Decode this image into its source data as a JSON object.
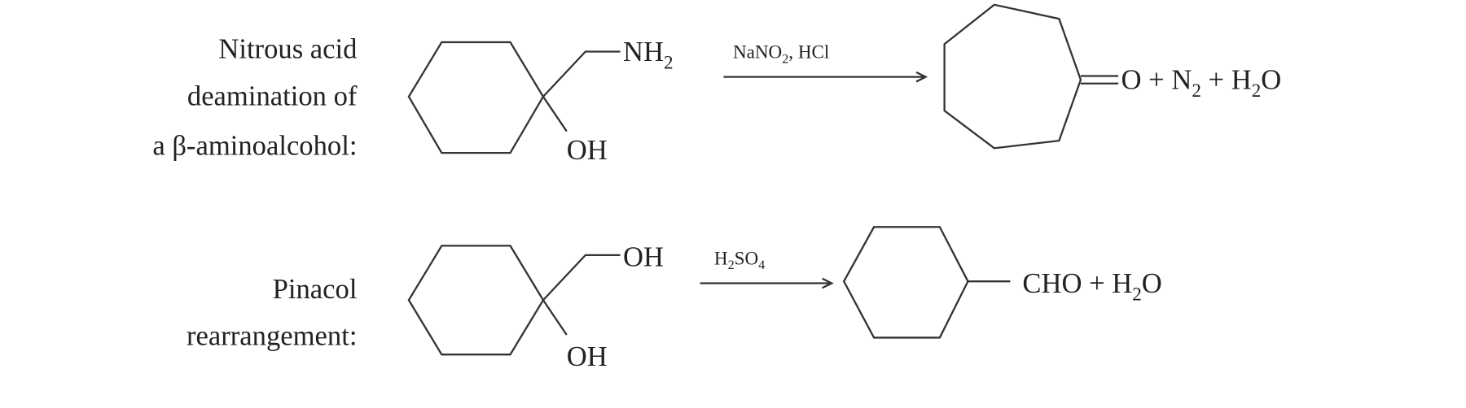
{
  "reactions": [
    {
      "label_lines": [
        "Nitrous acid",
        "deamination of",
        "a β-aminoalcohol:"
      ],
      "reactant_top_group": "NH",
      "reactant_top_group_sub": "2",
      "reactant_bottom_group": "OH",
      "reagent": {
        "a": "NaNO",
        "a_sub": "2",
        "b": ", HCl"
      },
      "product": {
        "p1": "O + N",
        "p1_sub": "2",
        "p2": " + H",
        "p2_sub": "2",
        "p3": "O"
      }
    },
    {
      "label_lines": [
        "Pinacol",
        "rearrangement:"
      ],
      "reactant_top_group": "OH",
      "reactant_bottom_group": "OH",
      "reagent": {
        "a": "H",
        "a_sub": "2",
        "b": "SO",
        "b_sub": "4"
      },
      "product": {
        "p1": "CHO + H",
        "p1_sub": "2",
        "p2": "O"
      }
    }
  ]
}
